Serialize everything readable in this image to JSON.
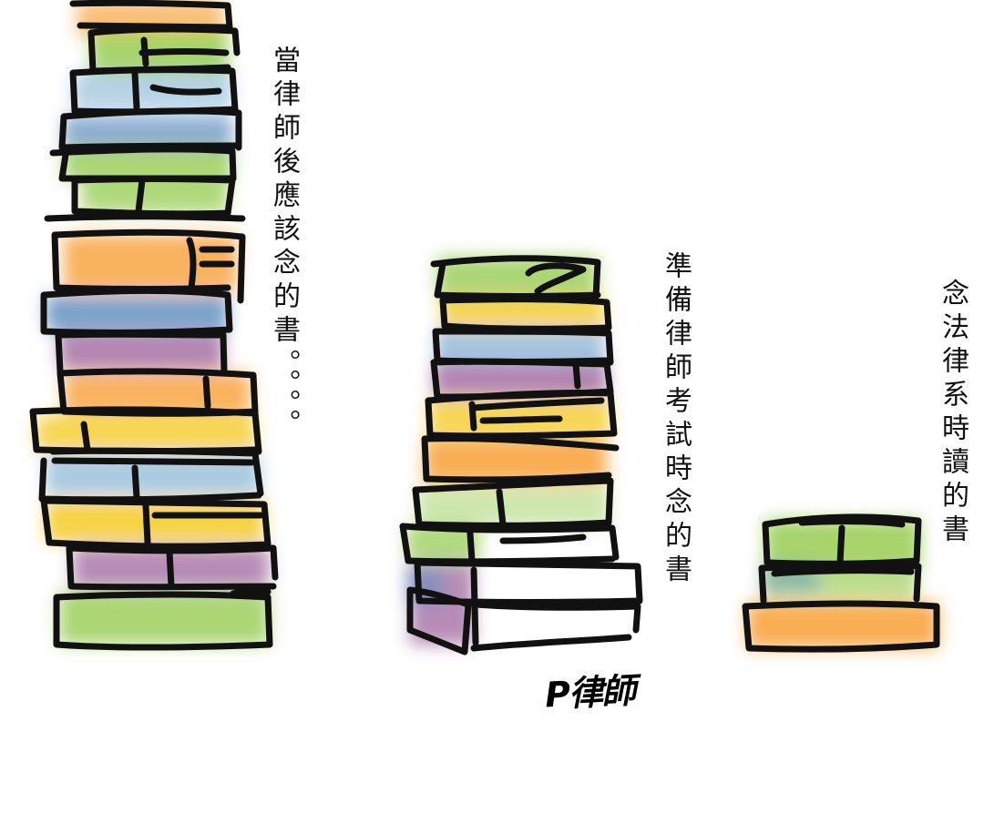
{
  "captions": {
    "lawyer_stack": "當律師後應該念的書。。。。",
    "bar_exam_stack": "準備律師考試時念的書",
    "law_school_stack": "念法律系時讀的書"
  },
  "signature": "P律師",
  "colors": {
    "ink": "#111111",
    "green": "#8cc63f",
    "orange": "#f7941d",
    "blue": "#4a7fb5",
    "purple": "#8e4a8c",
    "yellow": "#f2c200"
  },
  "stacks": {
    "lawyer": {
      "book_colors": [
        "orange",
        "green",
        "blue",
        "blue",
        "green",
        "green",
        "orange",
        "blue",
        "purple",
        "orange",
        "yellow",
        "blue",
        "yellow",
        "purple",
        "green"
      ]
    },
    "bar_exam": {
      "book_colors": [
        "green",
        "yellow",
        "blue",
        "purple",
        "yellow",
        "orange",
        "green",
        "purple"
      ]
    },
    "law_school": {
      "book_colors": [
        "green",
        "green",
        "orange"
      ]
    }
  }
}
